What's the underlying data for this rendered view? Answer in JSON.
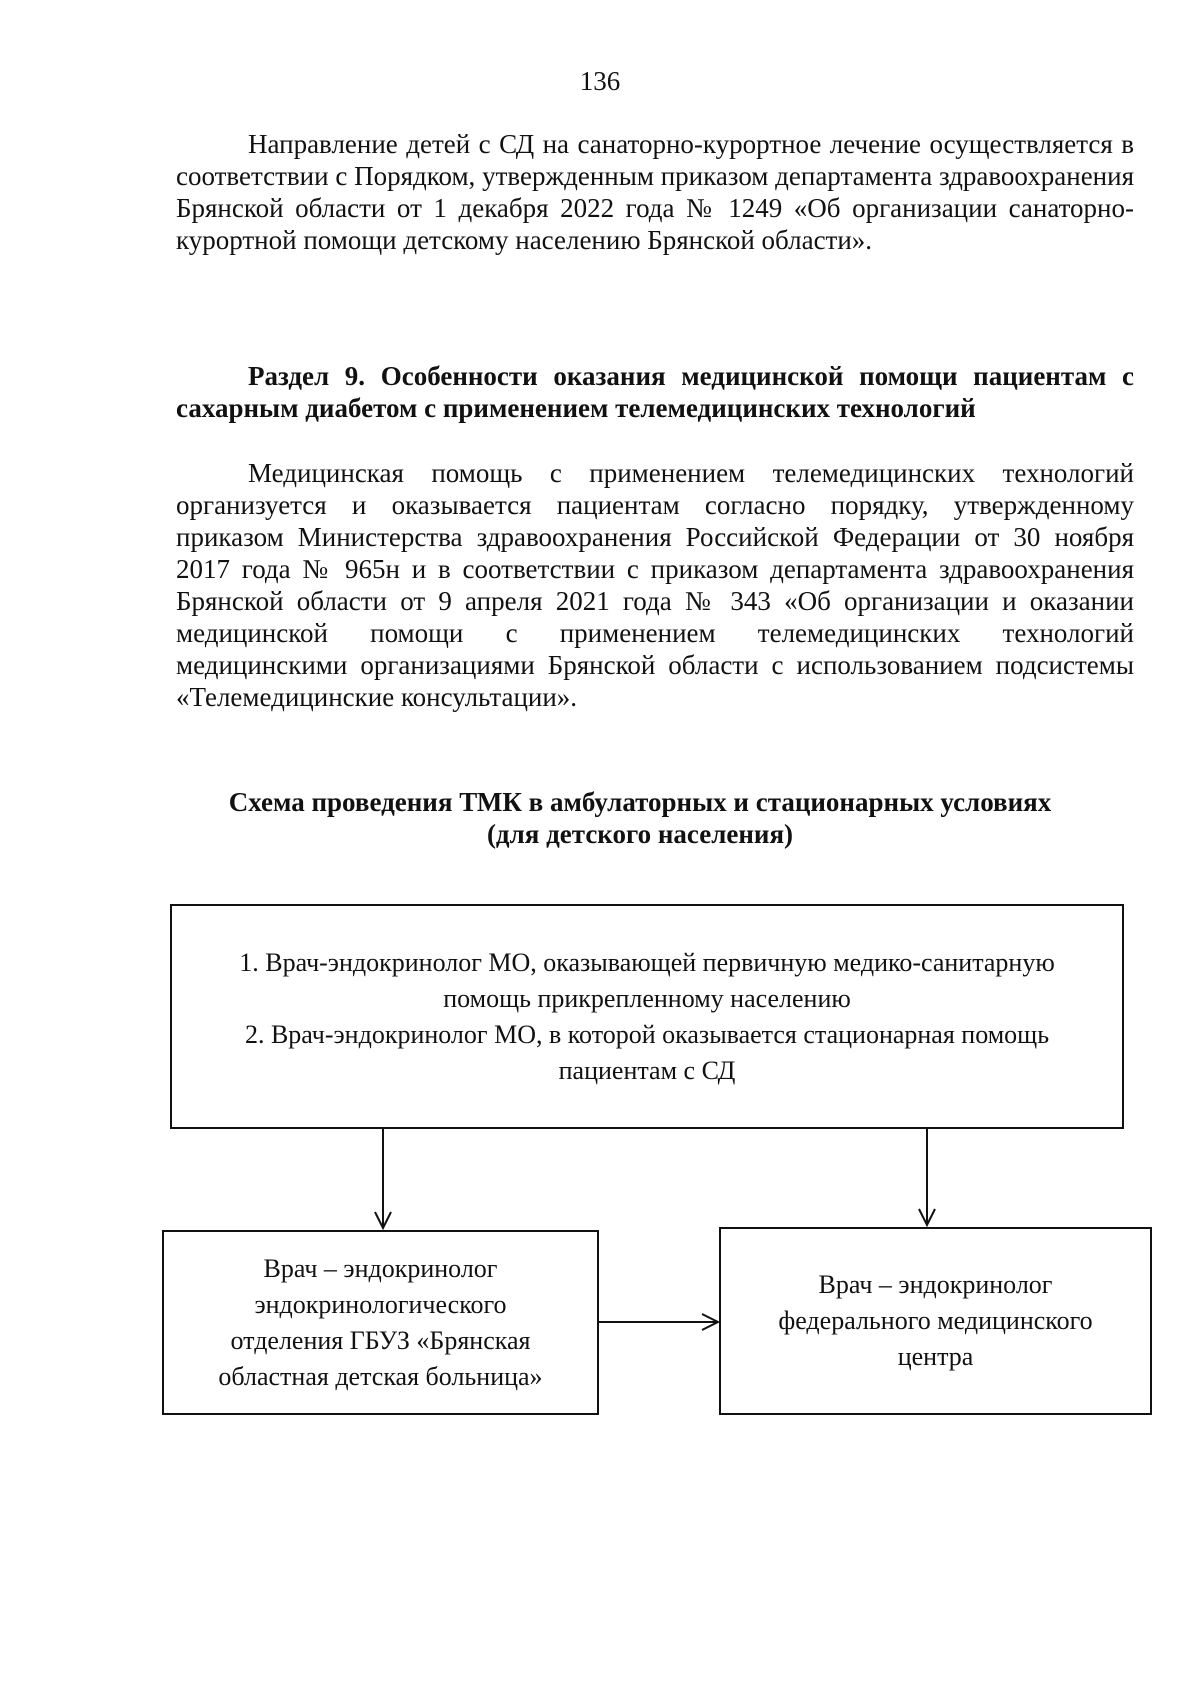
{
  "page_number": "136",
  "paragraph_1": "Направление детей с СД на санаторно-курортное лечение осуществляется в соответствии с Порядком, утвержденным приказом департамента здравоохранения Брянской области от 1 декабря 2022 года № 1249 «Об организации санаторно-курортной помощи детскому населению Брянской области».",
  "section_heading": "Раздел 9. Особенности оказания медицинской помощи пациентам с сахарным диабетом с применением телемедицинских технологий",
  "paragraph_2": "Медицинская помощь с применением телемедицинских технологий организуется и оказывается пациентам согласно порядку, утвержденному приказом Министерства здравоохранения Российской Федерации от 30 ноября 2017 года № 965н и в соответствии с приказом департамента здравоохранения Брянской области от 9 апреля 2021 года № 343 «Об организации и оказании медицинской помощи с применением телемедицинских технологий медицинскими организациями Брянской области с использованием подсистемы «Телемедицинские консультации».",
  "scheme": {
    "title_line_1": "Схема проведения ТМК в амбулаторных и стационарных условиях",
    "title_line_2": "(для детского населения)",
    "top_box": {
      "line_1": "1. Врач-эндокринолог МО, оказывающей первичную медико-санитарную",
      "line_2": "помощь прикрепленному населению",
      "line_3": "2. Врач-эндокринолог МО, в которой оказывается стационарная помощь",
      "line_4": "пациентам с СД"
    },
    "left_box": {
      "line_1": "Врач – эндокринолог",
      "line_2": "эндокринологического",
      "line_3": "отделения ГБУЗ «Брянская",
      "line_4": "областная детская больница»"
    },
    "right_box": {
      "line_1": "Врач – эндокринолог",
      "line_2": "федерального медицинского",
      "line_3": "центра"
    }
  }
}
